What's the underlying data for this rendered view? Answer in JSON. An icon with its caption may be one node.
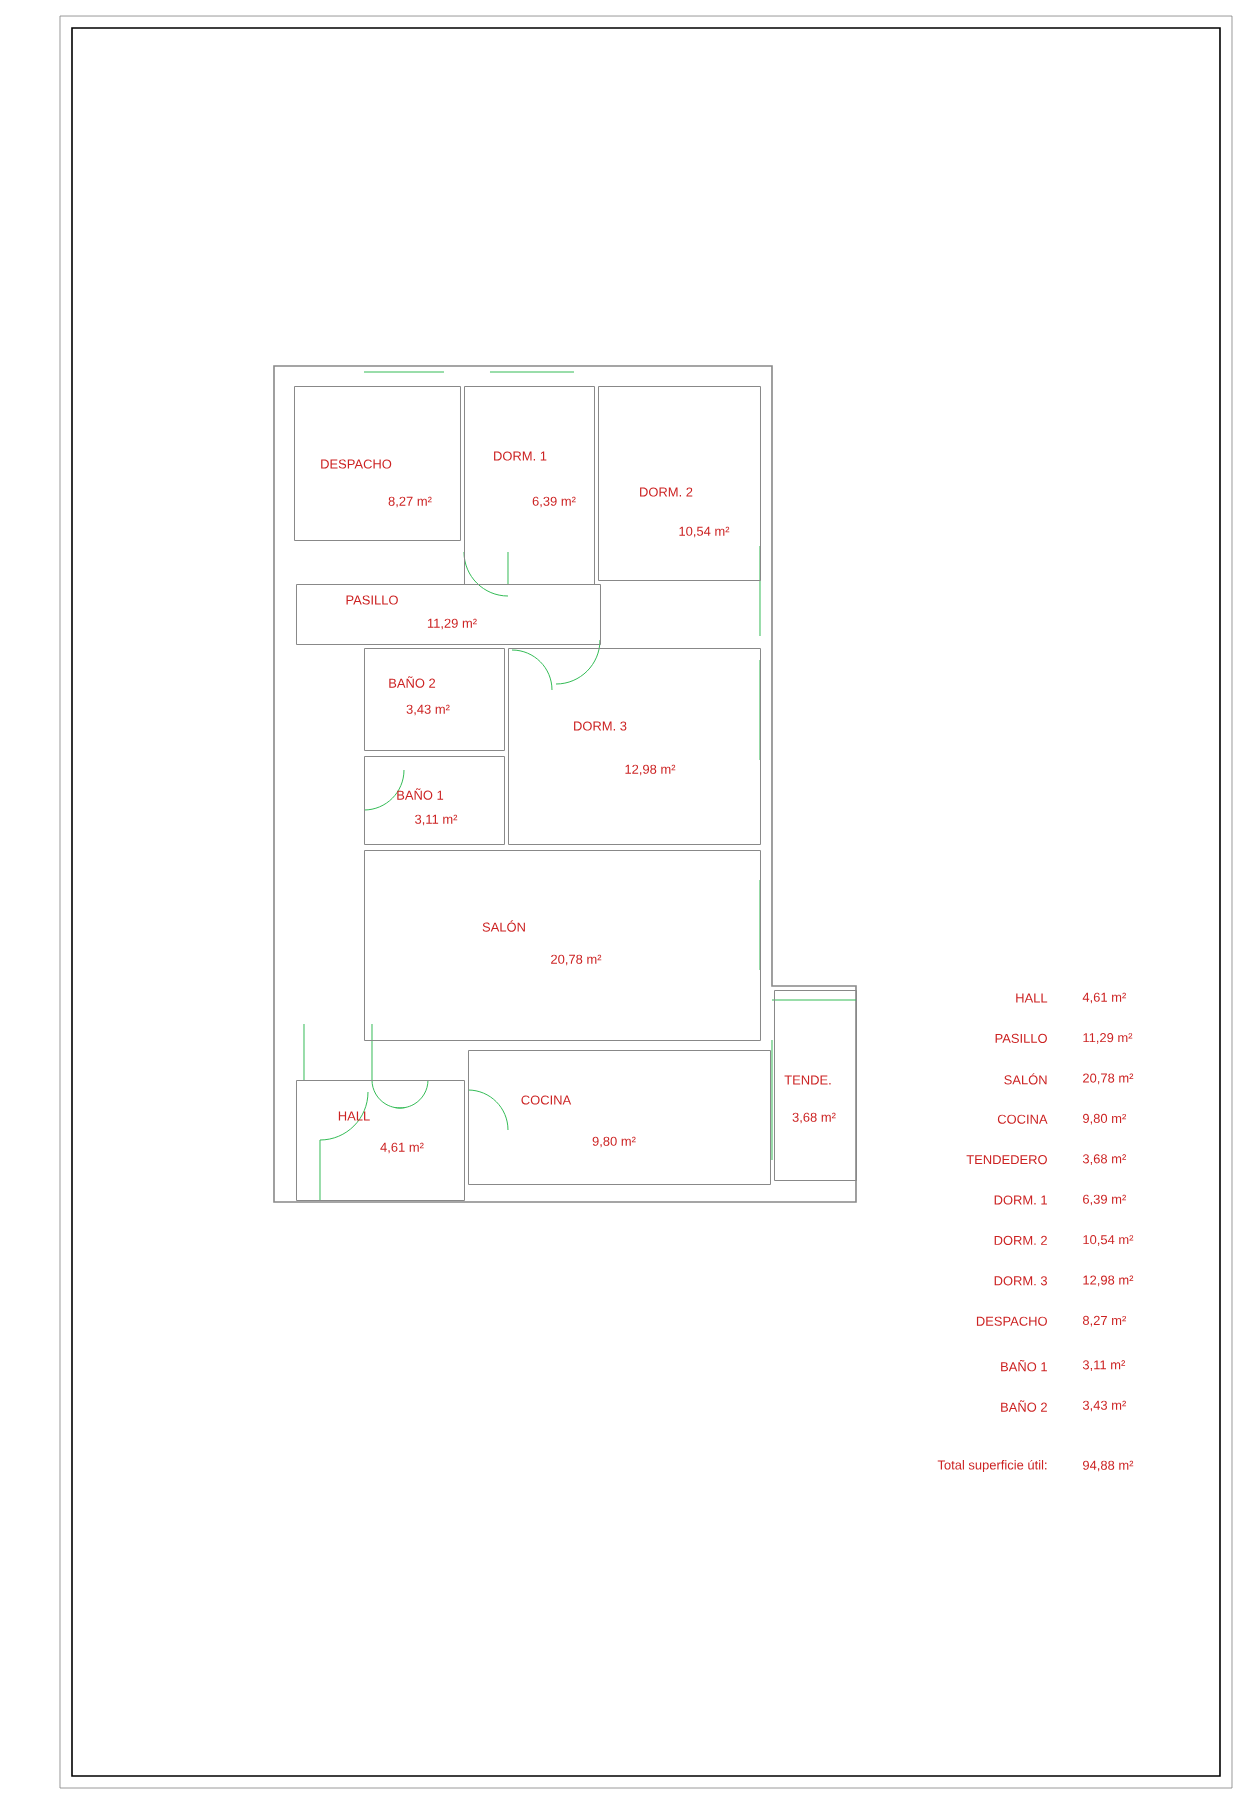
{
  "diagram": {
    "nodes": [
      {
        "text": [
          "DESPACHO",
          "8,27 m²"
        ]
      },
      {
        "text": [
          "DORM. 1",
          "6,39 m²"
        ]
      },
      {
        "text": [
          "DORM. 2",
          "10,54 m²"
        ]
      },
      {
        "text": [
          "PASILLO",
          "11,29 m²"
        ]
      },
      {
        "text": [
          "BAÑO 2",
          "3,43 m²"
        ]
      },
      {
        "text": [
          "DORM. 3",
          "12,98 m²"
        ]
      },
      {
        "text": [
          "BAÑO 1",
          "3,11 m²"
        ]
      },
      {
        "text": [
          "SALÓN",
          "20,78 m²"
        ]
      },
      {
        "text": [
          "TENDE.",
          "3,68 m²"
        ]
      },
      {
        "text": [
          "HALL",
          "4,61 m²"
        ]
      },
      {
        "text": [
          "COCINA",
          "9,80 m²"
        ]
      }
    ],
    "labels": [
      "HALL",
      "4,61 m²",
      "PASILLO",
      "11,29 m²",
      "SALÓN",
      "20,78 m²",
      "COCINA",
      "9,80 m²",
      "TENDEDERO",
      "3,68 m²",
      "DORM. 1",
      "6,39 m²",
      "DORM. 2",
      "10,54 m²",
      "DORM. 3",
      "12,98 m²",
      "DESPACHO",
      "8,27 m²",
      "BAÑO 1",
      "3,11 m²",
      "BAÑO 2",
      "3,43 m²",
      "Total superficie útil:",
      "94,88 m²"
    ]
  }
}
